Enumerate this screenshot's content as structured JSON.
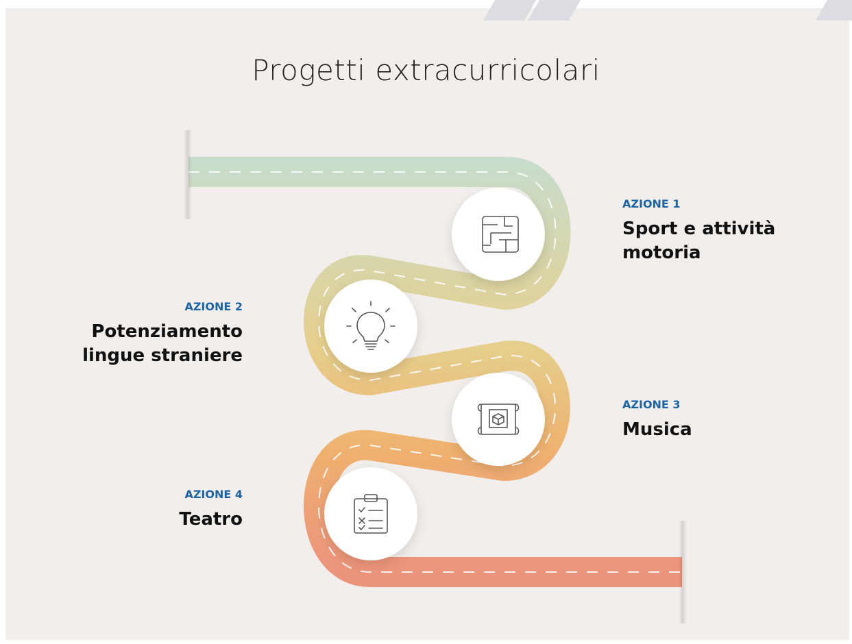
{
  "title": "Progetti extracurricolari",
  "actions": [
    {
      "tag": "AZIONE 1",
      "name": "Sport e attività motoria",
      "icon": "maze-icon"
    },
    {
      "tag": "AZIONE 2",
      "name": "Potenziamento lingue straniere",
      "icon": "lightbulb-icon"
    },
    {
      "tag": "AZIONE 3",
      "name": "Musica",
      "icon": "blueprint-box-icon"
    },
    {
      "tag": "AZIONE 4",
      "name": "Teatro",
      "icon": "clipboard-checklist-icon"
    }
  ],
  "colors": {
    "background": "#f1eeeb",
    "road_start": "#c8dccb",
    "road_middle": "#edc57e",
    "road_end": "#ec937c",
    "tag": "#1c63a1",
    "text": "#111111"
  }
}
